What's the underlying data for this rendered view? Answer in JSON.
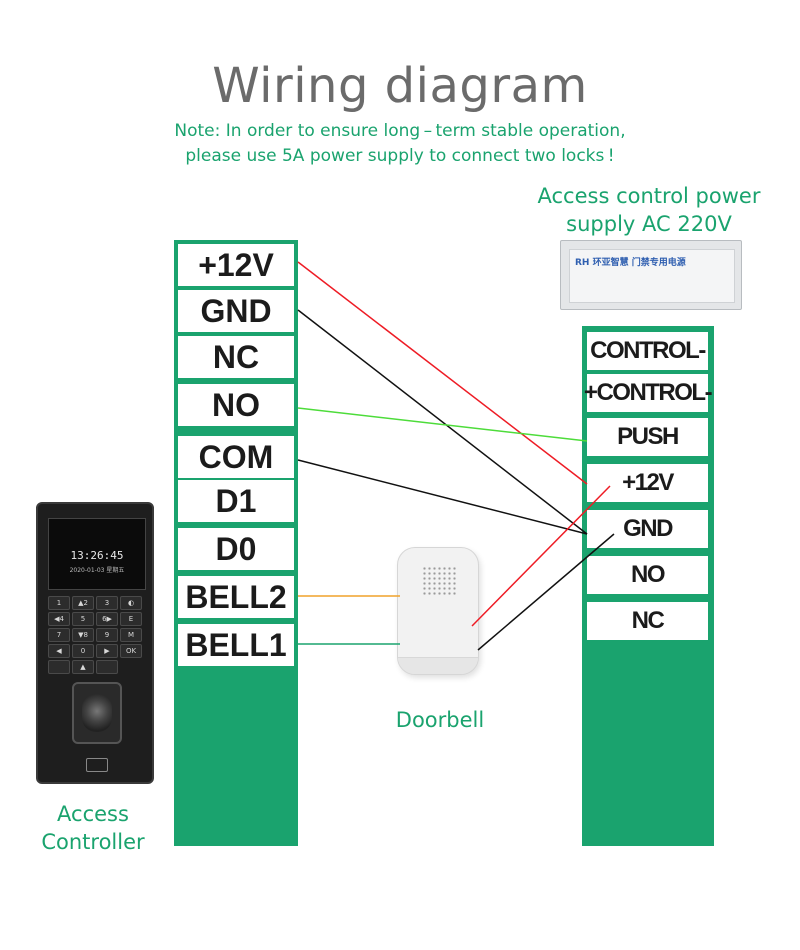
{
  "title": "Wiring diagram",
  "note": {
    "line1": "Note: In order to ensure long – term stable operation,",
    "line2": "please use 5A power supply to connect two locks !"
  },
  "power_supply": {
    "label_line1": "Access control power",
    "label_line2": "supply AC 220V",
    "box_text": "RH 环亚智慧   门禁专用电源"
  },
  "controller": {
    "caption_line1": "Access",
    "caption_line2": "Controller",
    "screen_time": "13:26:45",
    "screen_date": "2020-01-03  星期五",
    "keys": [
      "1",
      "▲2",
      "3",
      "◐",
      "◀4",
      "5",
      "6▶",
      "E",
      "7",
      "▼8",
      "9",
      "M",
      "◀",
      "0",
      "▶",
      "OK",
      "",
      "▲",
      ""
    ]
  },
  "doorbell": {
    "caption": "Doorbell"
  },
  "left_terminals": [
    "+12V",
    "GND",
    "NC",
    "NO",
    "COM",
    "D1",
    "D0",
    "BELL2",
    "BELL1"
  ],
  "right_terminals": [
    "CONTROL-",
    "+CONTROL-",
    "PUSH",
    "+12V",
    "GND",
    "NO",
    "NC"
  ],
  "wire_colors": {
    "red": "#ee1c25",
    "black": "#111111",
    "green": "#4ddc3a",
    "orange": "#f0a22a",
    "teal": "#1aa36e"
  },
  "colors": {
    "accent": "#1aa36e",
    "title": "#6b6b6b"
  }
}
